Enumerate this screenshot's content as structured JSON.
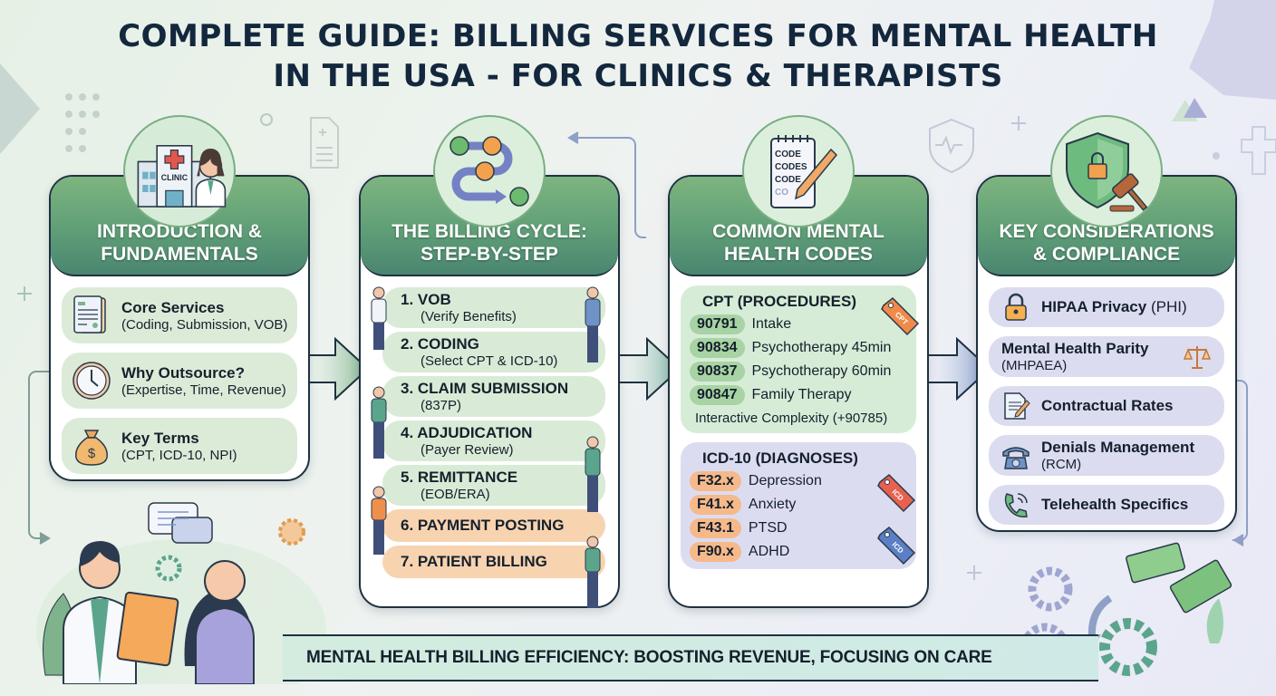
{
  "title": {
    "line1": "COMPLETE GUIDE: BILLING SERVICES FOR MENTAL HEALTH",
    "line2": "IN THE USA - FOR CLINICS & THERAPISTS"
  },
  "panels": {
    "intro": {
      "heading": "INTRODUCTION &\nFUNDAMENTALS",
      "badge_icon": "clinic-doctor-icon",
      "badge_text": "CLINIC",
      "items": [
        {
          "title": "Core Services",
          "detail": "(Coding, Submission, VOB)",
          "icon": "document-icon"
        },
        {
          "title": "Why Outsource?",
          "detail": "(Expertise, Time, Revenue)",
          "icon": "clock-icon"
        },
        {
          "title": "Key Terms",
          "detail": "(CPT, ICD-10, NPI)",
          "icon": "money-bag-icon"
        }
      ]
    },
    "cycle": {
      "heading": "THE BILLING CYCLE:\nSTEP-BY-STEP",
      "badge_icon": "workflow-checks-icon",
      "steps": [
        {
          "title": "1. VOB",
          "detail": "(Verify Benefits)",
          "tone": "green"
        },
        {
          "title": "2. CODING",
          "detail": "(Select CPT & ICD-10)",
          "tone": "green"
        },
        {
          "title": "3. CLAIM SUBMISSION",
          "detail": "(837P)",
          "tone": "green"
        },
        {
          "title": "4. ADJUDICATION",
          "detail": "(Payer Review)",
          "tone": "green"
        },
        {
          "title": "5. REMITTANCE",
          "detail": "(EOB/ERA)",
          "tone": "green"
        },
        {
          "title": "6. PAYMENT POSTING",
          "detail": "",
          "tone": "orange"
        },
        {
          "title": "7. PATIENT BILLING",
          "detail": "",
          "tone": "orange"
        }
      ]
    },
    "codes": {
      "heading": "COMMON MENTAL\nHEALTH CODES",
      "badge_icon": "code-notepad-icon",
      "badge_lines": [
        "CODE",
        "CODES",
        "CODE",
        "CO"
      ],
      "cpt": {
        "heading": "CPT (PROCEDURES)",
        "tag": "CPT",
        "rows": [
          {
            "code": "90791",
            "label": "Intake"
          },
          {
            "code": "90834",
            "label": "Psychotherapy 45min"
          },
          {
            "code": "90837",
            "label": "Psychotherapy 60min"
          },
          {
            "code": "90847",
            "label": "Family Therapy"
          }
        ],
        "note": "Interactive Complexity (+90785)"
      },
      "icd": {
        "heading": "ICD-10 (DIAGNOSES)",
        "tag": "ICD",
        "rows": [
          {
            "code": "F32.x",
            "label": "Depression"
          },
          {
            "code": "F41.x",
            "label": "Anxiety"
          },
          {
            "code": "F43.1",
            "label": "PTSD"
          },
          {
            "code": "F90.x",
            "label": "ADHD"
          }
        ]
      }
    },
    "compliance": {
      "heading": "KEY CONSIDERATIONS\n& COMPLIANCE",
      "badge_icon": "shield-lock-gavel-icon",
      "items": [
        {
          "title": "HIPAA Privacy",
          "suffix": " (PHI)",
          "detail": "",
          "icon": "padlock-icon"
        },
        {
          "title": "Mental Health Parity",
          "suffix": "",
          "detail": "(MHPAEA)",
          "icon": "scales-icon"
        },
        {
          "title": "Contractual Rates",
          "suffix": "",
          "detail": "",
          "icon": "contract-pen-icon"
        },
        {
          "title": "Denials Management",
          "suffix": "",
          "detail": "(RCM)",
          "icon": "telephone-icon"
        },
        {
          "title": "Telehealth Specifics",
          "suffix": "",
          "detail": "",
          "icon": "phone-call-icon"
        }
      ]
    }
  },
  "footer": {
    "text": "MENTAL HEALTH BILLING EFFICIENCY: BOOSTING REVENUE, FOCUSING ON CARE"
  },
  "colors": {
    "title": "#13273d",
    "header_green": "#5f9e77",
    "step_green": "#d9ebd6",
    "step_orange": "#f8d3b0",
    "cpt_bg": "#d7ecd7",
    "icd_bg": "#dcdcf1",
    "compliance_bg": "#dcdcf0"
  }
}
